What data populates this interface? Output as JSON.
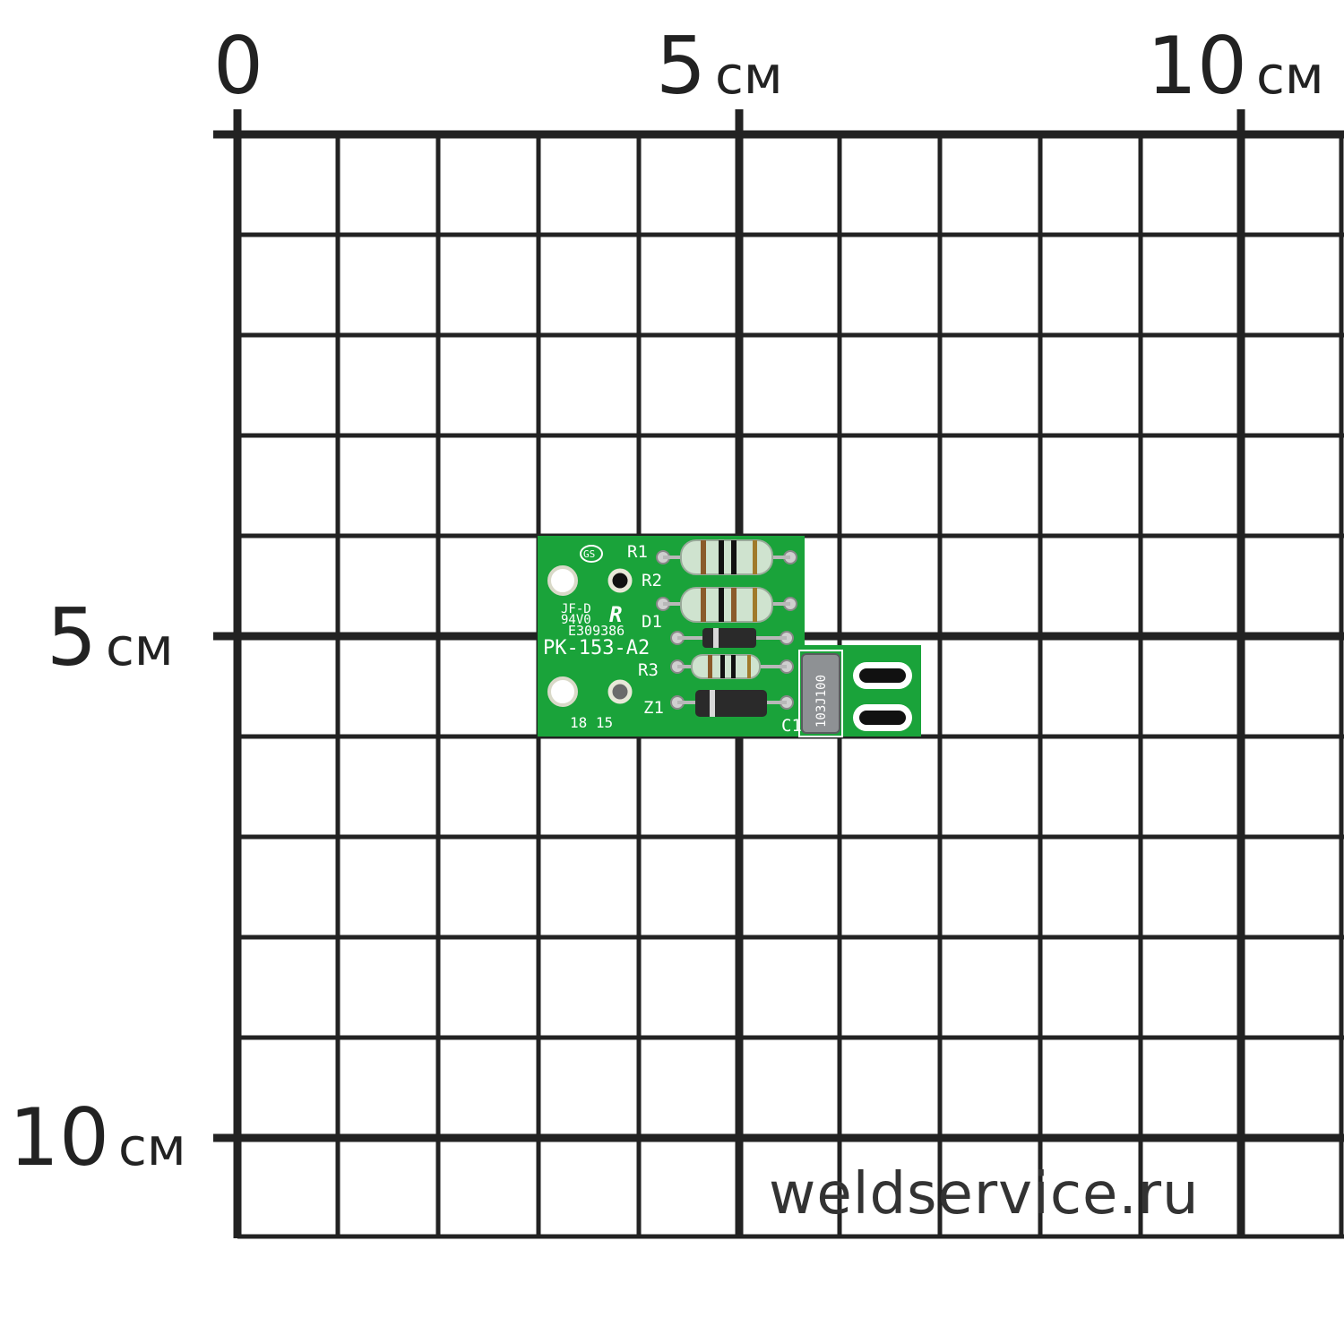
{
  "scale": {
    "x_labels": [
      {
        "num": "0",
        "unit": ""
      },
      {
        "num": "5",
        "unit": "см"
      },
      {
        "num": "10",
        "unit": "см"
      }
    ],
    "y_labels": [
      {
        "num": "5",
        "unit": "см"
      },
      {
        "num": "10",
        "unit": "см"
      }
    ]
  },
  "watermark": "weldservice.ru",
  "board": {
    "part_number": "PK-153-A2",
    "cert_code": "E309386",
    "material_1": "JF-D",
    "material_2": "94V0",
    "date_code": "18 15",
    "gs_mark": "GS",
    "ul_mark": "R",
    "capacitor_marking": "103J100",
    "designators": [
      "R1",
      "R2",
      "D1",
      "R3",
      "Z1",
      "C1"
    ]
  },
  "colors": {
    "pcb": "#1aa33a",
    "grid": "#222222",
    "resistor": "#cfe3cf",
    "diode": "#2a2a2a"
  }
}
